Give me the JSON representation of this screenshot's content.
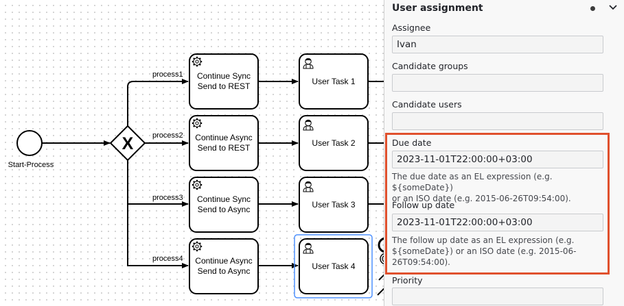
{
  "diagram": {
    "start_event_label": "Start-Process",
    "gateway_symbol": "X",
    "flows": [
      {
        "label": "process1"
      },
      {
        "label": "process2"
      },
      {
        "label": "process3"
      },
      {
        "label": "process4"
      }
    ],
    "service_tasks": [
      {
        "line1": "Continue Sync",
        "line2": "Send to REST"
      },
      {
        "line1": "Continue Async",
        "line2": "Send to REST"
      },
      {
        "line1": "Continue Sync",
        "line2": "Send to Async"
      },
      {
        "line1": "Continue Async",
        "line2": "Send to Async"
      }
    ],
    "user_tasks": [
      {
        "label": "User Task 1"
      },
      {
        "label": "User Task 2"
      },
      {
        "label": "User Task 3"
      },
      {
        "label": "User Task 4"
      }
    ],
    "selected_task": "User Task 4",
    "colors": {
      "selection": "#4d90fe",
      "highlight": "#e0502d"
    }
  },
  "panel": {
    "group_title": "User assignment",
    "assignee": {
      "label": "Assignee",
      "value": "Ivan"
    },
    "candidate_groups": {
      "label": "Candidate groups",
      "value": ""
    },
    "candidate_users": {
      "label": "Candidate users",
      "value": ""
    },
    "due_date": {
      "label": "Due date",
      "value": "2023-11-01T22:00:00+03:00",
      "desc1": "The due date as an EL expression (e.g. ${someDate})",
      "desc2": "or an ISO date (e.g. 2015-06-26T09:54:00)."
    },
    "follow_up_date": {
      "label": "Follow up date",
      "value": "2023-11-01T22:00:00+03:00",
      "desc1": "The follow up date as an EL expression (e.g.",
      "desc2": "${someDate}) or an ISO date (e.g. 2015-06-",
      "desc3": "26T09:54:00)."
    },
    "priority": {
      "label": "Priority",
      "value": ""
    }
  }
}
